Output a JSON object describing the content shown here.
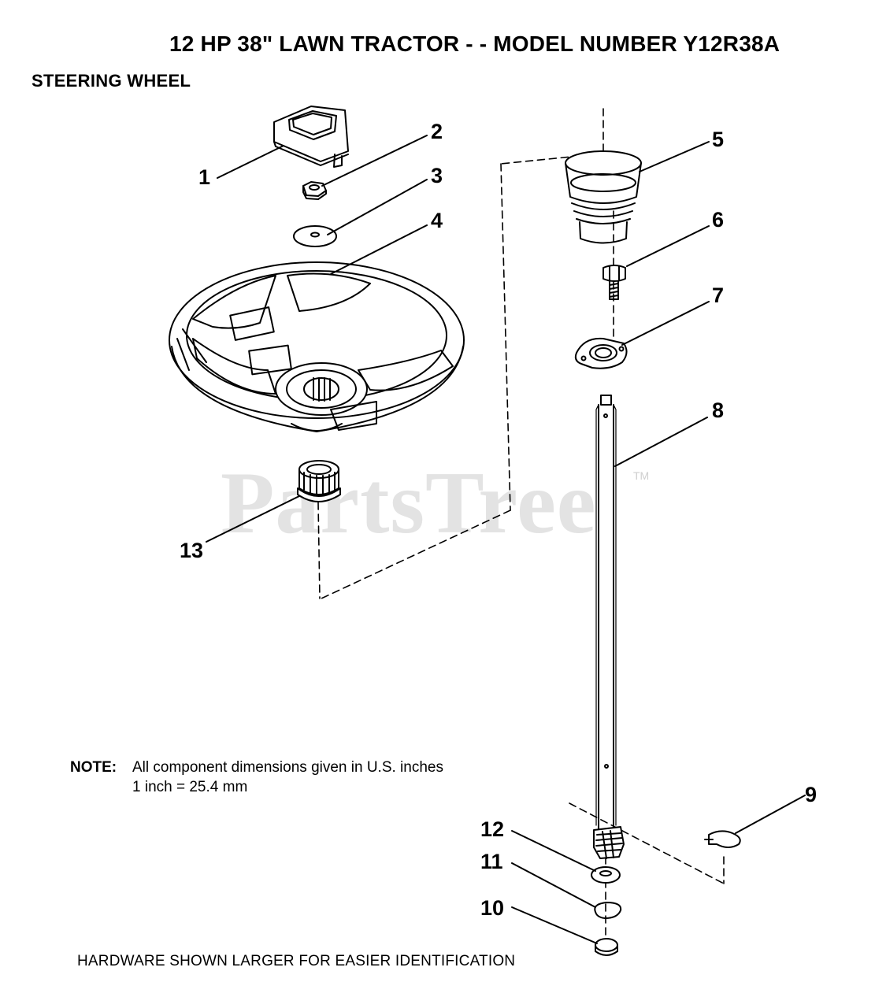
{
  "header": {
    "title": "12 HP 38\" LAWN TRACTOR - - MODEL NUMBER Y12R38A",
    "subtitle": "STEERING WHEEL"
  },
  "note": {
    "label": "NOTE:",
    "line1": "All component dimensions given in U.S. inches",
    "line2": "1 inch = 25.4 mm"
  },
  "footer": "HARDWARE SHOWN LARGER FOR EASIER IDENTIFICATION",
  "watermark": {
    "text": "PartsTree",
    "tm": "TM"
  },
  "callouts": [
    "1",
    "2",
    "3",
    "4",
    "5",
    "6",
    "7",
    "8",
    "9",
    "10",
    "11",
    "12",
    "13"
  ],
  "colors": {
    "ink": "#000000",
    "background": "#ffffff",
    "watermark": "#e3e3e3"
  }
}
